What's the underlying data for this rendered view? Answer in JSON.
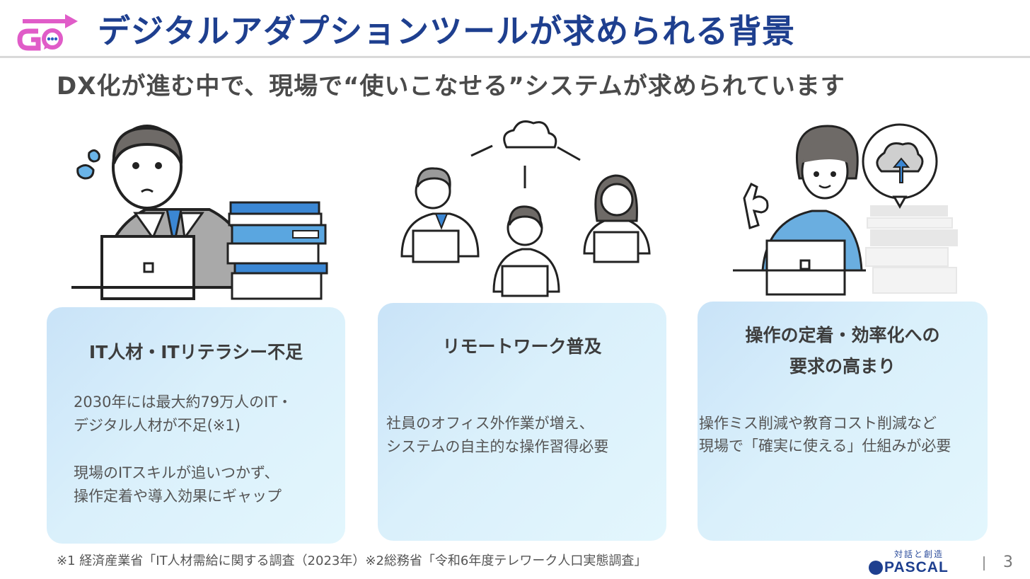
{
  "header": {
    "logo_text": "GO",
    "title": "デジタルアダプションツールが求められる背景"
  },
  "subtitle": "DX化が進む中で、現場で“使いこなせる”システムが求められています",
  "cards": [
    {
      "title": "IT人材・ITリテラシー不足",
      "body": [
        "2030年には最大約79万人のIT・",
        "デジタル人材が不足(※1)",
        "現場のITスキルが追いつかず、",
        "操作定着や導入効果にギャップ"
      ]
    },
    {
      "title": "リモートワーク普及",
      "body": [
        "社員のオフィス外作業が増え、",
        "システムの自主的な操作習得必要"
      ]
    },
    {
      "title_lines": [
        "操作の定着・効率化への",
        "要求の高まり"
      ],
      "body": [
        "操作ミス削減や教育コスト削減など",
        "現場で「確実に使える」仕組みが必要"
      ]
    }
  ],
  "footnote": "※1 経済産業省「IT人材需給に関する調査（2023年）※2総務省「令和6年度テレワーク人口実態調査」",
  "footer": {
    "brand_tagline": "対話と創造",
    "brand_name": "PASCAL",
    "page_number": "3"
  },
  "colors": {
    "title": "#1e3f8f",
    "logo": "#e05cc8",
    "accent_blue": "#3b87d4",
    "card_bg": "#d6ecfa"
  }
}
